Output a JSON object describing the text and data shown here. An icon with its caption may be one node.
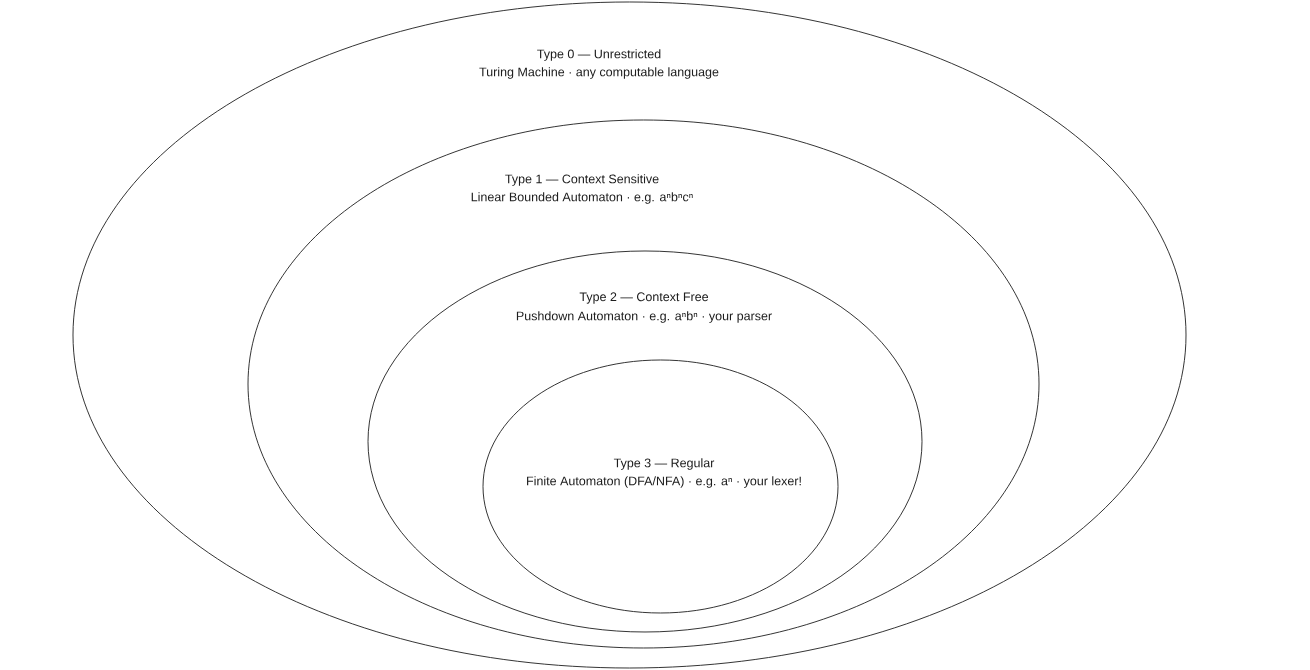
{
  "diagram": {
    "nodes": [
      {
        "text": [
          "Type 0 — Unrestricted",
          "Turing Machine · any computable language"
        ]
      },
      {
        "text": [
          "Type 1 — Context Sensitive",
          "Linear Bounded Automaton · e.g. aⁿbⁿcⁿ"
        ],
        "in": 0
      },
      {
        "text": [
          "Type 2 — Context Free",
          "Pushdown Automaton · e.g. aⁿbⁿ · your parser"
        ],
        "in": 1
      },
      {
        "text": [
          "Type 3 — Regular",
          "Finite Automaton (DFA/NFA) · e.g. aⁿ · your lexer!"
        ],
        "in": 2
      }
    ]
  }
}
